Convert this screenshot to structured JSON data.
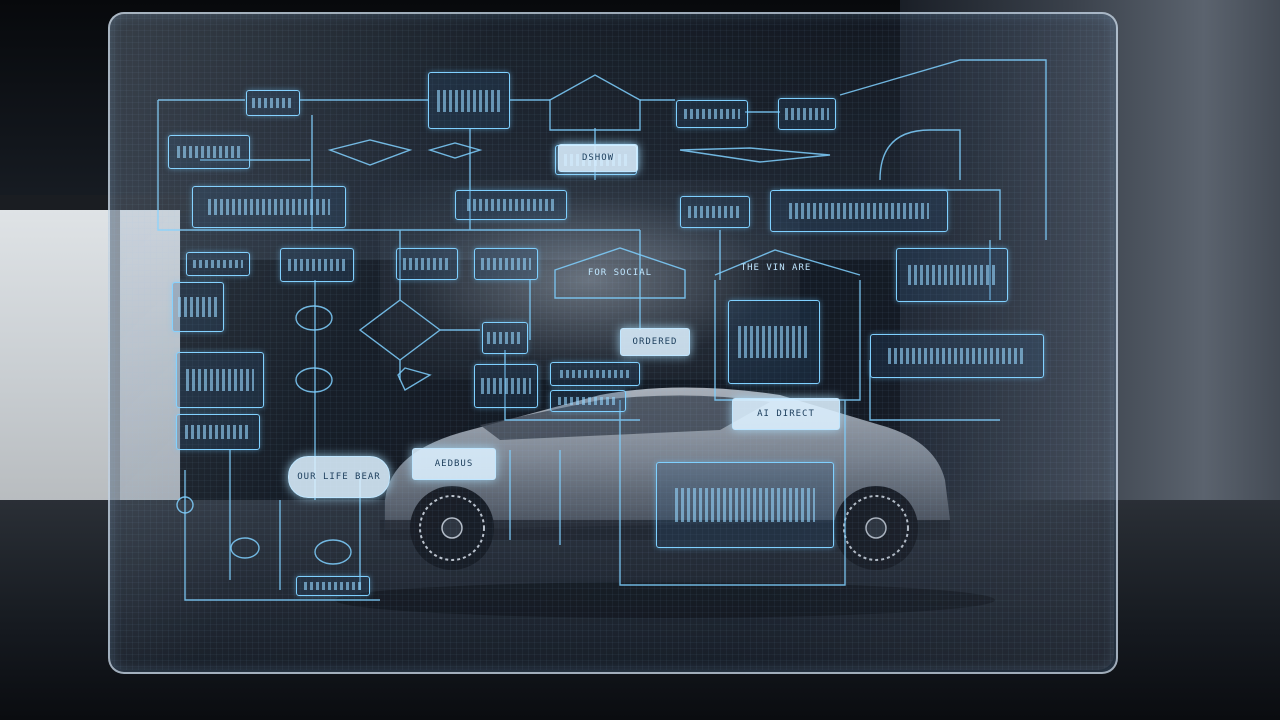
{
  "scene": {
    "description_alt": "",
    "accent_color": "#7fd0ff",
    "glass_border_color": "#cddcee"
  },
  "labels": {
    "node_a": "ORDERED",
    "node_b": "DSHOW",
    "node_c": "AI DIRECT",
    "node_d": "AEDBUS",
    "node_e": "OUR LIFE BEAR",
    "node_f": "FOR SOCIAL",
    "node_g": "THE VIN ARE"
  },
  "icons": [
    "car-icon",
    "wheel-icon"
  ]
}
